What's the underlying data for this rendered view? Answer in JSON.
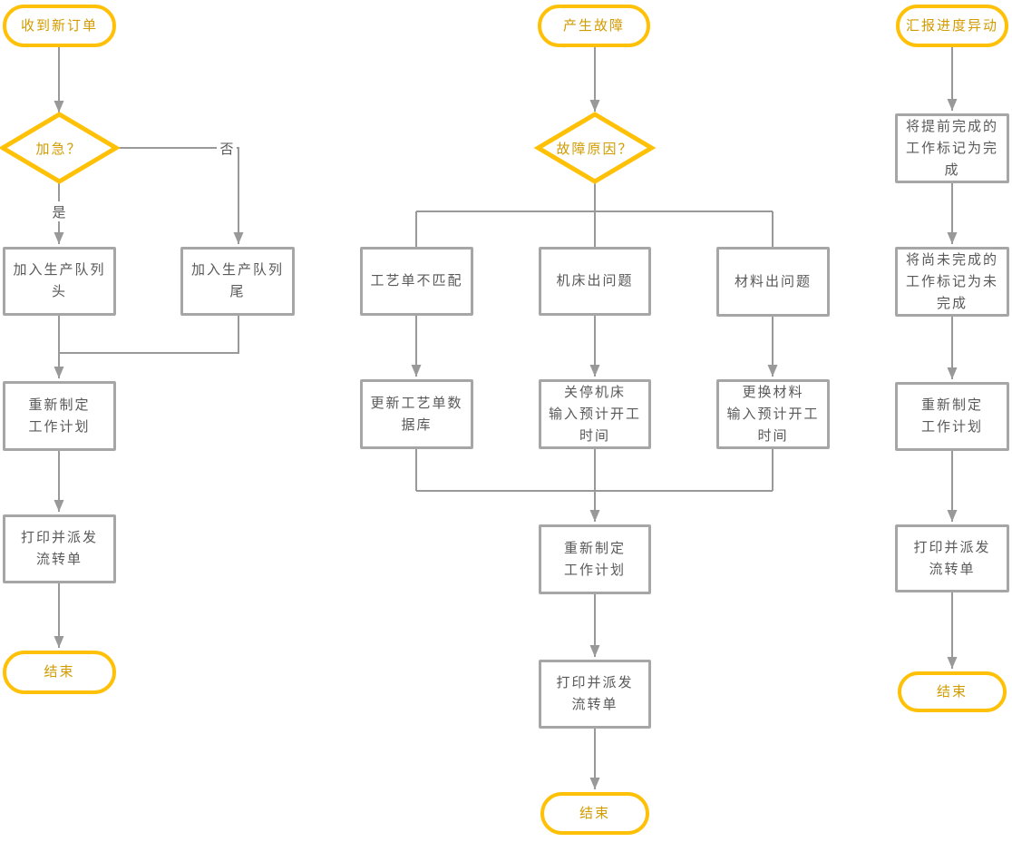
{
  "diagram": {
    "colors": {
      "terminal_border": "#FFC107",
      "terminal_text": "#D29B00",
      "box_border": "#A6A6A6",
      "box_text": "#595959",
      "connector": "#999999"
    },
    "flow_order": {
      "start": "收到新订单",
      "decision": "加急？",
      "label_yes": "是",
      "label_no": "否",
      "queue_head": "加入生产队列\n头",
      "queue_tail": "加入生产队列\n尾",
      "replan": "重新制定\n工作计划",
      "dispatch": "打印并派发\n流转单",
      "end": "结束"
    },
    "flow_fault": {
      "start": "产生故障",
      "decision": "故障原因？",
      "cause_sheet": "工艺单不匹配",
      "cause_machine": "机床出问题",
      "cause_material": "材料出问题",
      "fix_sheet": "更新工艺单数\n据库",
      "fix_machine": "关停机床\n输入预计开工\n时间",
      "fix_material": "更换材料\n输入预计开工\n时间",
      "replan": "重新制定\n工作计划",
      "dispatch": "打印并派发\n流转单",
      "end": "结束"
    },
    "flow_progress": {
      "start": "汇报进度异动",
      "mark_complete": "将提前完成的\n工作标记为完\n成",
      "mark_incomplete": "将尚未完成的\n工作标记为未\n完成",
      "replan": "重新制定\n工作计划",
      "dispatch": "打印并派发\n流转单",
      "end": "结束"
    }
  }
}
